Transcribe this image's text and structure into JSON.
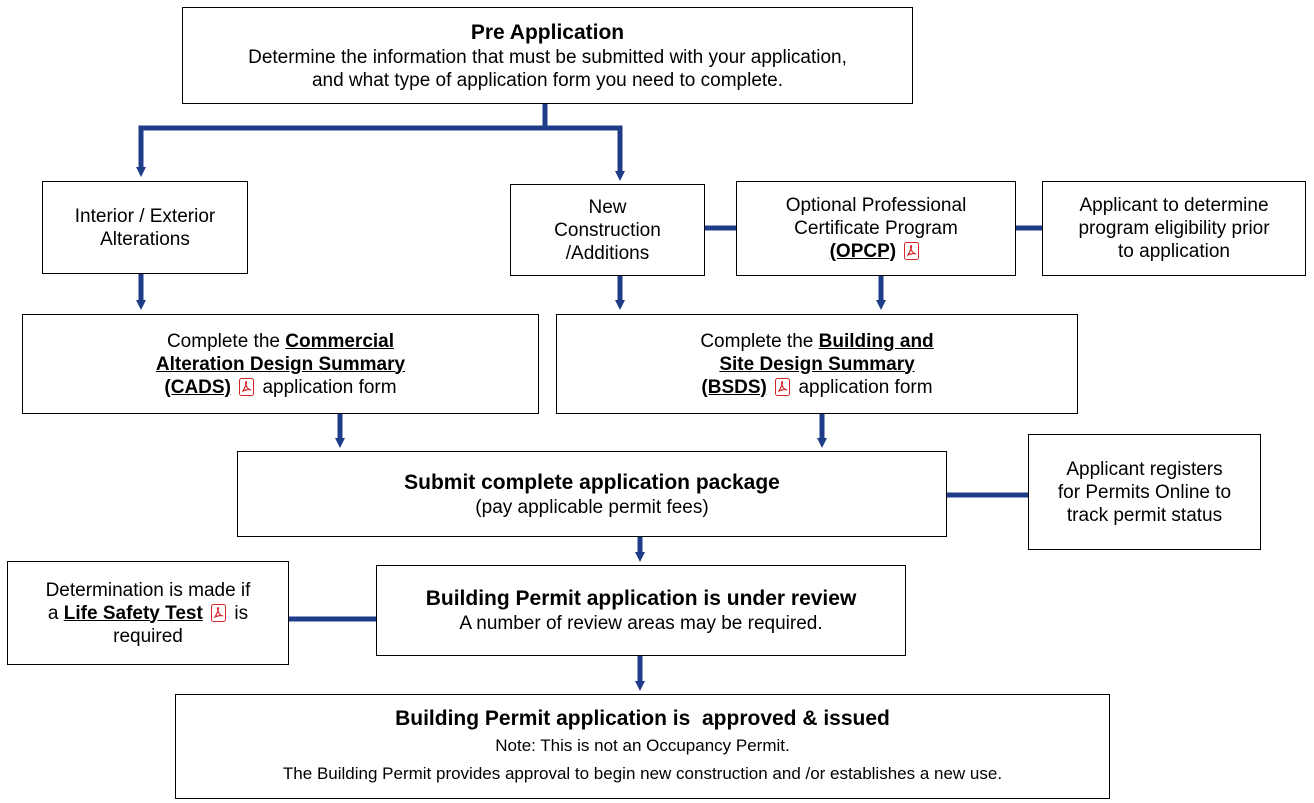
{
  "colors": {
    "connector": "#1f3c88",
    "border": "#000000",
    "pdf_icon": "#d7262b"
  },
  "pre_application": {
    "title": "Pre Application",
    "line1": "Determine the information that must be submitted with your application,",
    "line2": "and what type of application form you need to complete."
  },
  "interior": {
    "line1": "Interior / Exterior",
    "line2": "Alterations"
  },
  "new_construction": {
    "line1": "New",
    "line2": "Construction",
    "line3": "/Additions"
  },
  "opcp": {
    "line1": "Optional Professional",
    "line2": "Certificate Program",
    "link": "(OPCP)"
  },
  "eligibility": {
    "line1": "Applicant to determine",
    "line2": "program eligibility prior",
    "line3": "to application"
  },
  "cads": {
    "prefix": "Complete the ",
    "link1": "Commercial",
    "link2": "Alteration Design Summary",
    "link3": "(CADS)",
    "suffix": " application form"
  },
  "bsds": {
    "prefix": "Complete the ",
    "link1": "Building and",
    "link2": "Site Design Summary",
    "link3": "(BSDS)",
    "suffix": " application form"
  },
  "submit": {
    "title": "Submit complete application package",
    "subtitle": "(pay applicable permit fees)"
  },
  "register": {
    "line1": "Applicant registers",
    "line2": "for Permits Online to",
    "line3": "track permit status"
  },
  "determination": {
    "line1": "Determination is made if",
    "prefix": "a ",
    "link": "Life Safety Test",
    "suffix": " is",
    "line3": "required"
  },
  "review": {
    "title": "Building Permit application is under review",
    "subtitle": "A number of review areas may be required."
  },
  "approved": {
    "title": "Building Permit application is  approved & issued",
    "note": "Note: This is not an Occupancy Permit.",
    "detail": "The Building Permit provides approval to begin new construction and /or establishes a new use."
  }
}
